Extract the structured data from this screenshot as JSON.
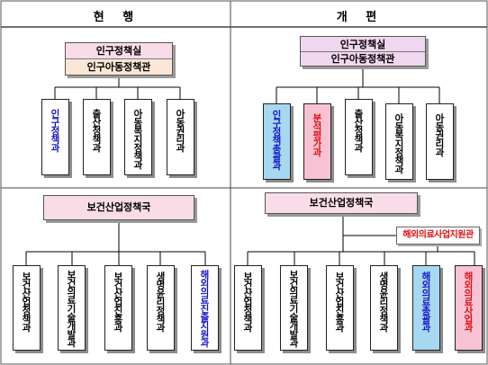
{
  "headers": {
    "current": "현 행",
    "revised": "개 편"
  },
  "top_left": {
    "title": "인구정책실",
    "subtitle": "인구아동정책관",
    "units": [
      "인구정책과",
      "출산정책과",
      "아동복지정책과",
      "아동권리과"
    ]
  },
  "top_right": {
    "title": "인구정책실",
    "subtitle": "인구아동정책관",
    "units": [
      "인구정책총괄과",
      "분석평가과",
      "출산정책과",
      "아동복지정책과",
      "아동권리과"
    ]
  },
  "bottom_left": {
    "title": "보건산업정책국",
    "units": [
      "보건산업정책과",
      "보건의료기술개발과",
      "보건산업진흥과",
      "생명윤리정책과",
      "해외의료진출지원과"
    ]
  },
  "bottom_right": {
    "title": "보건산업정책국",
    "sub_office": "해외의료사업지원관",
    "units": [
      "보건산업정책과",
      "보건의료기술개발과",
      "보건산업진흥과",
      "생명윤리정책과",
      "해외의료총괄과",
      "해외의료사업과"
    ]
  },
  "colors": {
    "title_fill": "#f8dde8",
    "title_fill_right": "#f0d6ee",
    "subtitle_fill": "#fbe7d6",
    "new_blue_fill": "#a6d8f0",
    "new_pink_fill": "#f7c2d4",
    "blue_text": "#1414c8",
    "red_text": "#e01010"
  }
}
